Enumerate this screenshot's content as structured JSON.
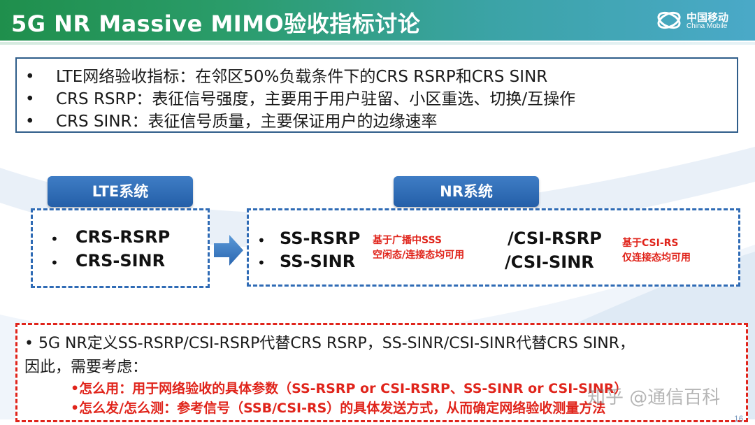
{
  "slide": {
    "title": "5G NR Massive MIMO验收指标讨论",
    "logo_cn": "中国移动",
    "logo_en": "China Mobile",
    "page_number": "16"
  },
  "info_box": {
    "bullet": "•",
    "lines": [
      "LTE网络验收指标：在邻区50%负载条件下的CRS RSRP和CRS SINR",
      "CRS RSRP：表征信号强度，主要用于用户驻留、小区重选、切换/互操作",
      "CRS SINR：表征信号质量，主要保证用户的边缘速率"
    ]
  },
  "lte_section": {
    "header": "LTE系统",
    "items": [
      "CRS-RSRP",
      "CRS-SINR"
    ]
  },
  "nr_section": {
    "header": "NR系统",
    "ss_items": [
      "SS-RSRP",
      "SS-SINR"
    ],
    "ss_note": [
      "基于广播中SSS",
      "空闲态/连接态均可用"
    ],
    "csi_items": [
      "/CSI-RSRP",
      "/CSI-SINR"
    ],
    "csi_note": [
      "基于CSI-RS",
      "仅连接态均可用"
    ]
  },
  "bottom_box": {
    "line1": "• 5G NR定义SS-RSRP/CSI-RSRP代替CRS RSRP，SS-SINR/CSI-SINR代替CRS SINR，",
    "line2": "因此，需要考虑：",
    "red1": "•怎么用：用于网络验收的具体参数（SS-RSRP or CSI-RSRP、SS-SINR or CSI-SINR）",
    "red2": "•怎么发/怎么测：参考信号（SSB/CSI-RS）的具体发送方式，从而确定网络验收测量方法"
  },
  "watermark": "知乎 @通信百科",
  "colors": {
    "title_green": "#1f8f4c",
    "title_blue": "#4aa9c8",
    "header_blue": "#245fa8",
    "dash_blue": "#2f6bb5",
    "accent_red": "#e0241b"
  }
}
